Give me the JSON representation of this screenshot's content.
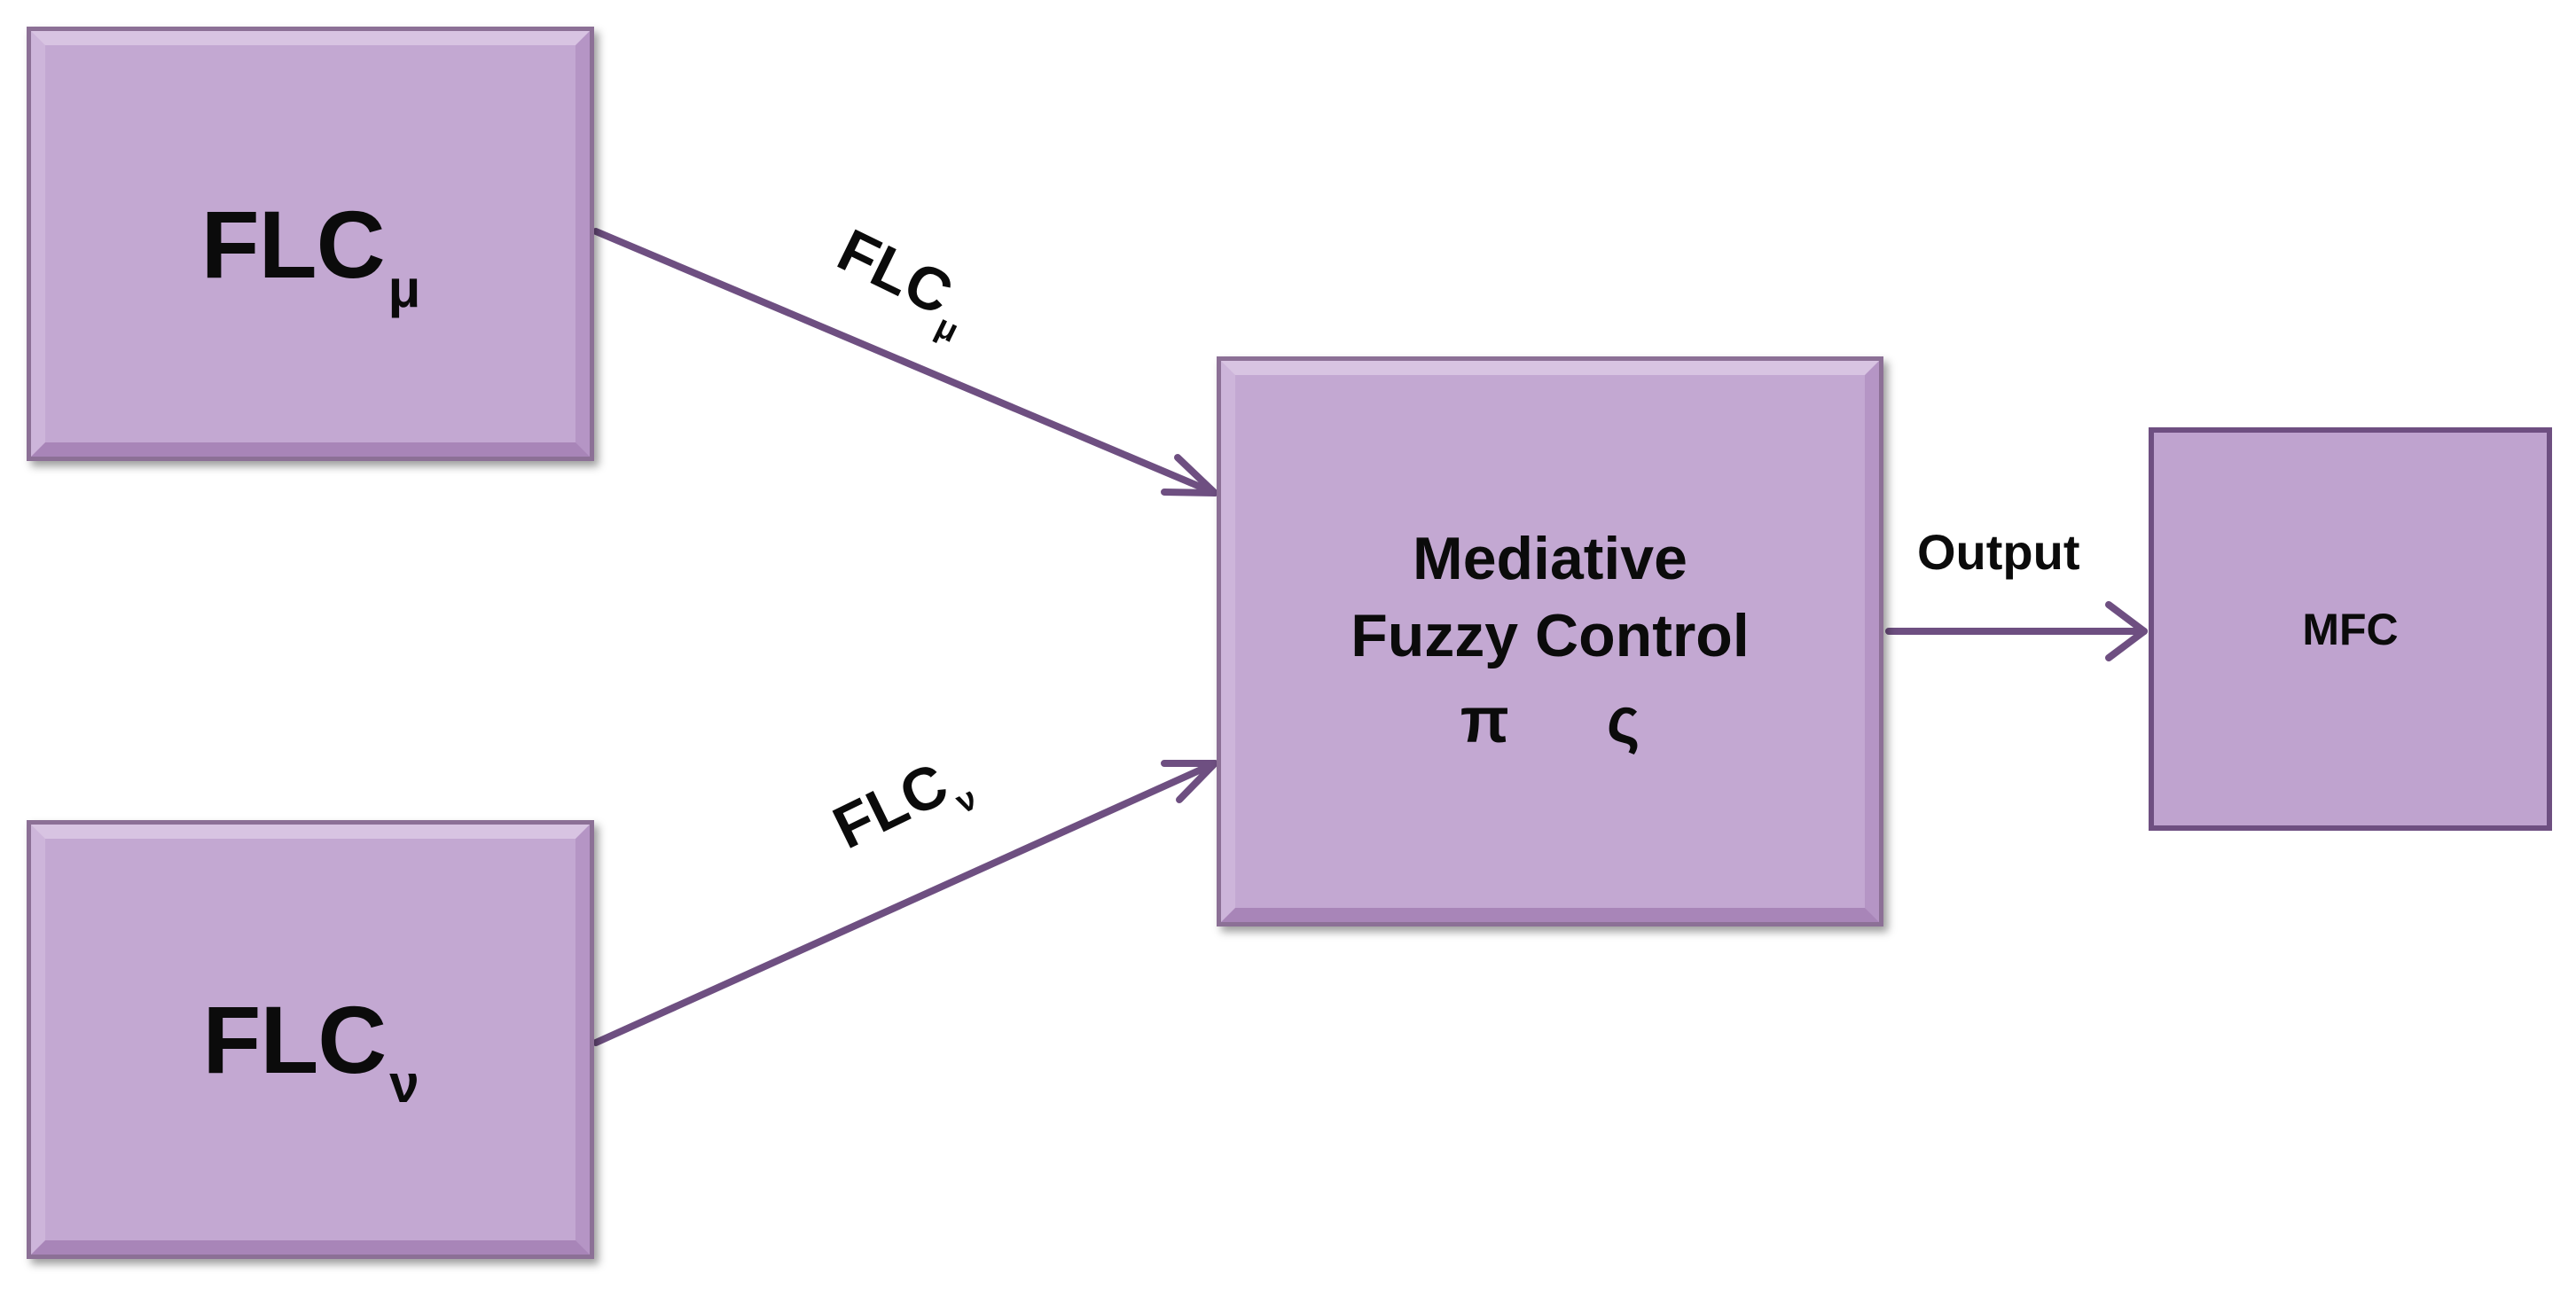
{
  "diagram": {
    "nodes": {
      "flc_mu": {
        "main": "FLC",
        "sub": "μ"
      },
      "flc_nu": {
        "main": "FLC",
        "sub": "ν"
      },
      "mediative": {
        "line1": "Mediative",
        "line2": "Fuzzy Control",
        "symbol1": "π",
        "symbol2": "ς"
      },
      "mfc": {
        "label": "MFC"
      }
    },
    "edges": {
      "mu_to_mediative": {
        "main": "FLC",
        "sub": "μ"
      },
      "nu_to_mediative": {
        "main": "FLC",
        "sub": "ν"
      },
      "mediative_to_mfc": {
        "label": "Output"
      }
    },
    "colors": {
      "box_fill": "#c3a8d2",
      "box_border": "#8c7096",
      "arrow": "#6e4f81",
      "text": "#0b0b0b"
    }
  }
}
